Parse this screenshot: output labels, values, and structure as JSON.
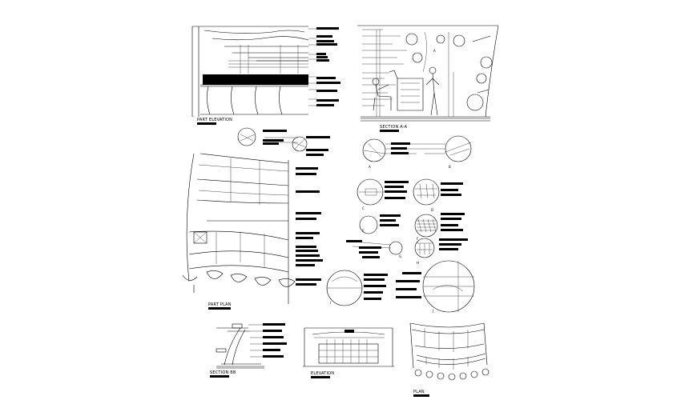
{
  "drawing": {
    "views": {
      "part_elevation": "PART ELEVATION",
      "section_aa": "SECTION A-A",
      "part_plan": "PART PLAN",
      "section_bb": "SECTION BB",
      "elevation": "ELEVATION",
      "plan": "PLAN"
    },
    "detail_markers": [
      "A",
      "B",
      "C",
      "D",
      "E",
      "F",
      "G",
      "H",
      "I",
      "J"
    ]
  }
}
